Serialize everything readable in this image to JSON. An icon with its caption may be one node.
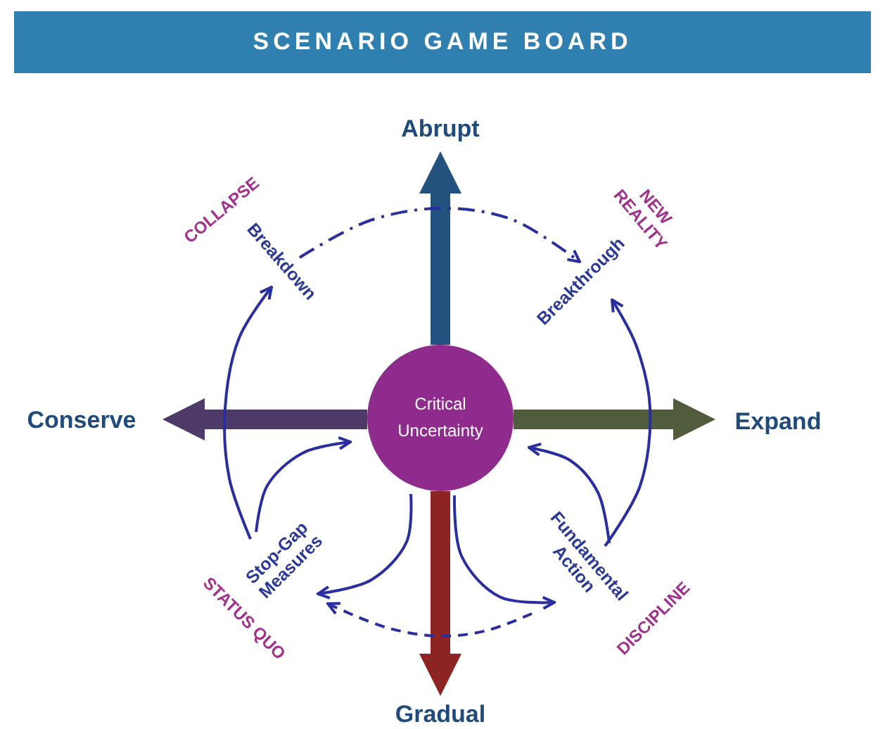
{
  "diagram": {
    "title": "SCENARIO GAME BOARD",
    "nodes": [
      {
        "text": [
          "Critical Uncertainty"
        ]
      },
      {
        "text": [
          "Abrupt"
        ]
      },
      {
        "text": [
          "Gradual"
        ]
      },
      {
        "text": [
          "Conserve"
        ]
      },
      {
        "text": [
          "Expand"
        ]
      },
      {
        "text": [
          "Breakdown"
        ]
      },
      {
        "text": [
          "Breakthrough"
        ]
      },
      {
        "text": [
          "Stop-Gap Measures"
        ]
      },
      {
        "text": [
          "Fundamental Action"
        ]
      }
    ],
    "edges": [
      {
        "from": 0,
        "to": 1,
        "arrow": "to",
        "style": "thick",
        "color": "#24527f"
      },
      {
        "from": 0,
        "to": 2,
        "arrow": "to",
        "style": "thick",
        "color": "#8c2424"
      },
      {
        "from": 0,
        "to": 3,
        "arrow": "to",
        "style": "thick",
        "color": "#4d3a68"
      },
      {
        "from": 0,
        "to": 4,
        "arrow": "to",
        "style": "thick",
        "color": "#505c3c"
      },
      {
        "from": 5,
        "to": 6,
        "arrow": "to",
        "style": "dashed"
      },
      {
        "from": 0,
        "to": 7,
        "arrow": "to"
      },
      {
        "from": 0,
        "to": 8,
        "arrow": "to"
      },
      {
        "from": 7,
        "to": 0,
        "arrow": "to"
      },
      {
        "from": 8,
        "to": 0,
        "arrow": "to"
      },
      {
        "from": 7,
        "to": 5,
        "arrow": "to"
      },
      {
        "from": 8,
        "to": 6,
        "arrow": "to"
      },
      {
        "from": 8,
        "to": 7,
        "arrow": "to",
        "style": "dashed"
      }
    ],
    "labels": [
      "COLLAPSE",
      "NEW REALITY",
      "STATUS QUO",
      "DISCIPLINE"
    ]
  }
}
